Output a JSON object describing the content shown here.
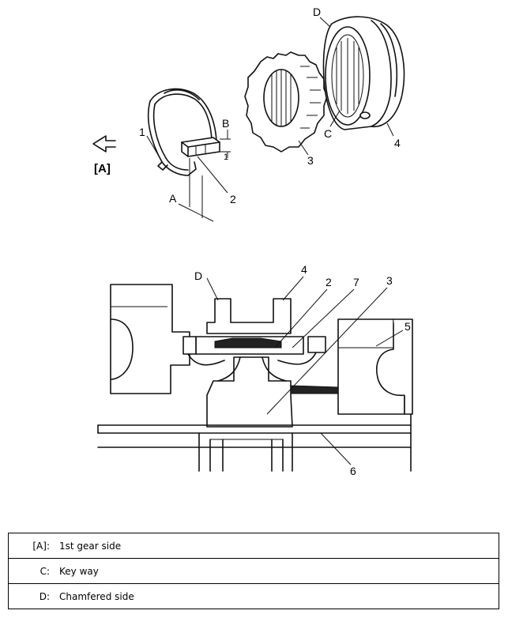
{
  "top_labels": {
    "D": "D",
    "C": "C",
    "B": "B",
    "A": "A",
    "one_small": "1",
    "n1": "1",
    "n2": "2",
    "n3": "3",
    "n4": "4",
    "direction": "[A]"
  },
  "section_labels": {
    "D": "D",
    "n4": "4",
    "n2": "2",
    "n7": "7",
    "n3": "3",
    "n5": "5",
    "n6": "6"
  },
  "legend": [
    {
      "key": "[A]:",
      "value": "1st gear side"
    },
    {
      "key": "C:",
      "value": "Key way"
    },
    {
      "key": "D:",
      "value": "Chamfered side"
    }
  ]
}
